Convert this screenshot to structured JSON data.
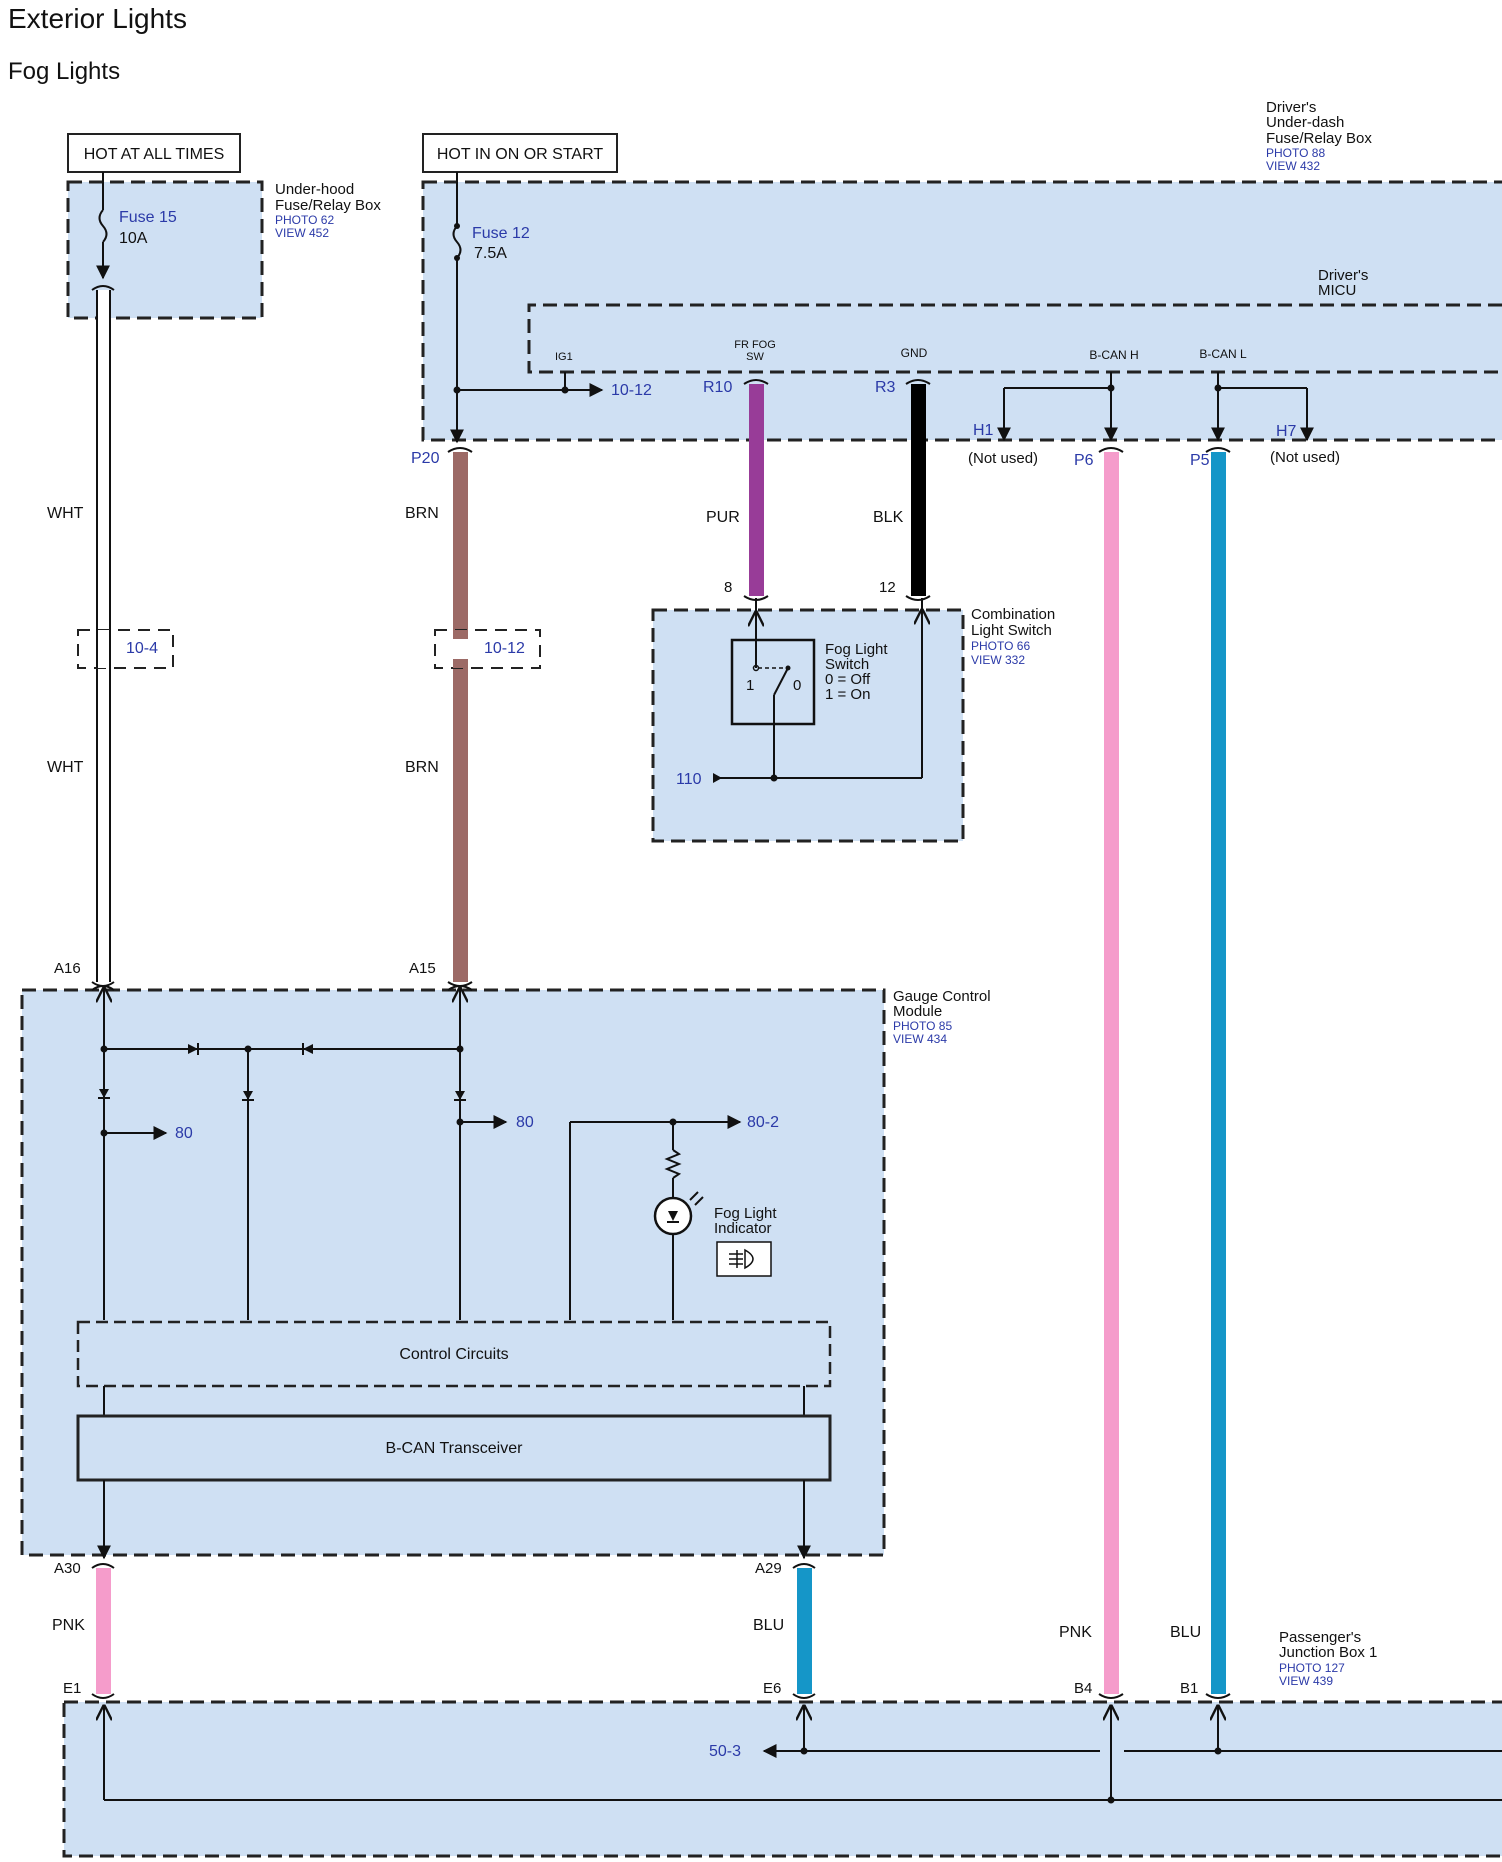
{
  "title": "Exterior Lights",
  "subtitle": "Fog Lights",
  "power": {
    "hot_at_all_times": "HOT AT ALL TIMES",
    "hot_in_on": "HOT IN ON OR START"
  },
  "underhood_box": {
    "label1": "Under-hood",
    "label2": "Fuse/Relay Box",
    "photo": "PHOTO 62",
    "view": "VIEW 452",
    "fuse": "Fuse 15",
    "amps": "10A"
  },
  "underdash_box": {
    "label1": "Driver's",
    "label2": "Under-dash",
    "label3": "Fuse/Relay Box",
    "photo": "PHOTO 88",
    "view": "VIEW 432",
    "fuse": "Fuse 12",
    "amps": "7.5A"
  },
  "micu": {
    "label1": "Driver's",
    "label2": "MICU",
    "pin_ig1": "IG1",
    "ref_1012": "10-12",
    "pin_frfog1": "FR FOG",
    "pin_frfog2": "SW",
    "pin_gnd": "GND",
    "pin_bcanh": "B-CAN H",
    "pin_bcanl": "B-CAN L",
    "r10": "R10",
    "r3": "R3",
    "h1": "H1",
    "h7": "H7",
    "not_used": "(Not used)"
  },
  "connectors": {
    "p20": "P20",
    "p6": "P6",
    "p5": "P5",
    "a16": "A16",
    "a15": "A15",
    "a30": "A30",
    "a29": "A29",
    "e1": "E1",
    "e6": "E6",
    "b4": "B4",
    "b1": "B1",
    "pin8": "8",
    "pin12": "12"
  },
  "wires": {
    "wht": "WHT",
    "brn": "BRN",
    "pur": "PUR",
    "blk": "BLK",
    "pnk": "PNK",
    "blu": "BLU",
    "splice_104": "10-4",
    "splice_1012": "10-12"
  },
  "combo_switch": {
    "label1": "Combination",
    "label2": "Light Switch",
    "photo": "PHOTO 66",
    "view": "VIEW 332",
    "sw1": "Fog Light",
    "sw2": "Switch",
    "sw3": "0 = Off",
    "sw4": "1 = On",
    "pos1": "1",
    "pos0": "0",
    "ref110": "110"
  },
  "gauge": {
    "label1": "Gauge Control",
    "label2": "Module",
    "photo": "PHOTO 85",
    "view": "VIEW 434",
    "ref80a": "80",
    "ref80b": "80",
    "ref802": "80-2",
    "ind1": "Fog Light",
    "ind2": "Indicator",
    "control": "Control Circuits",
    "bcan": "B-CAN Transceiver"
  },
  "pjb": {
    "label1": "Passenger's",
    "label2": "Junction Box 1",
    "photo": "PHOTO 127",
    "view": "VIEW 439",
    "ref503": "50-3"
  },
  "colors": {
    "box_fill": "#cfe0f3",
    "brn": "#9c6a66",
    "pur": "#983c98",
    "blk": "#000000",
    "pnk": "#f59ccb",
    "blu": "#1596c8",
    "ref_text": "#2b3aa8"
  }
}
